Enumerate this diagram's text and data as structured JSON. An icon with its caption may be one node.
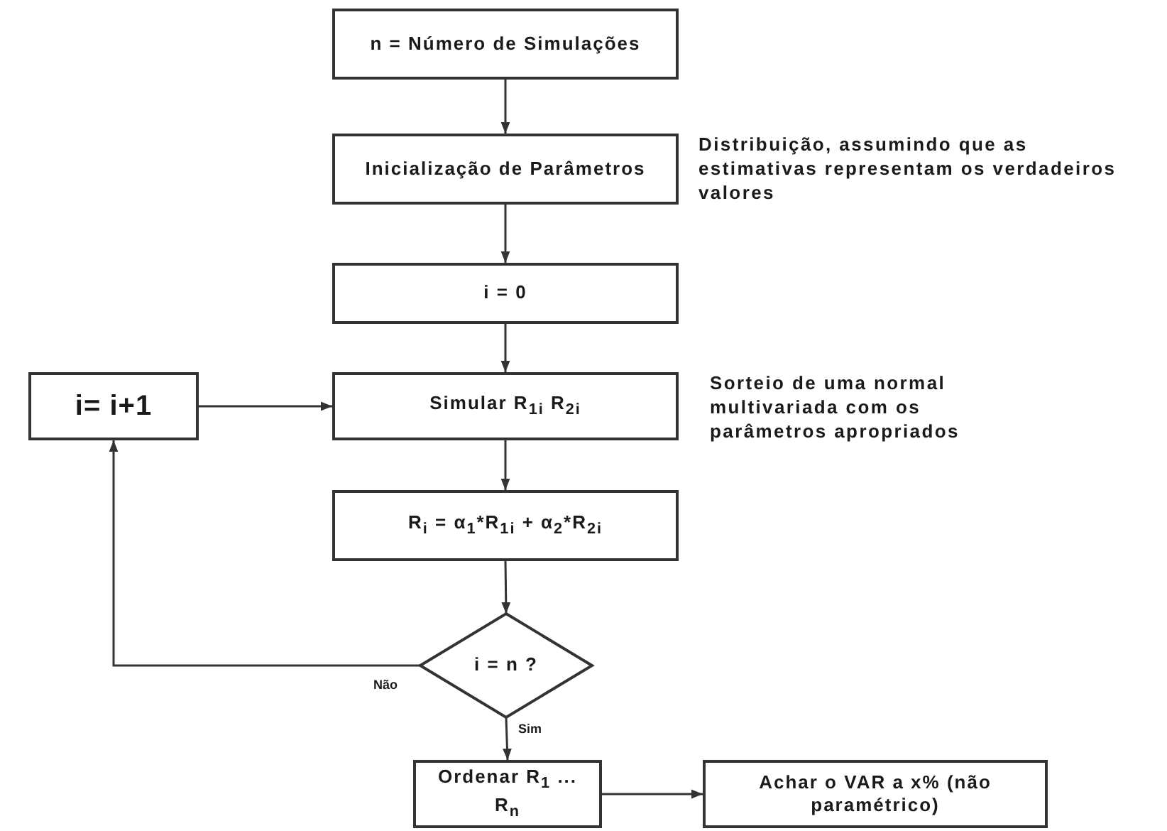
{
  "diagram": {
    "nodes": [
      {
        "text": [
          "n = Número de Simulações"
        ]
      },
      {
        "text": [
          "Inicialização de Parâmetros"
        ],
        "beside": [
          "Distribuição, assumindo que as estimativas representam os verdadeiros valores"
        ]
      },
      {
        "text": [
          "i = 0"
        ]
      },
      {
        "text": [
          "Simular R$_{1i}$ R$_{2i}$"
        ],
        "beside": [
          "Sorteio de uma normal multivariada com os parâmetros apropriados"
        ]
      },
      {
        "text": [
          "R$_{i}$ = α$_{1}$*R$_{1i}$ + α$_{2}$*R$_{2i}$"
        ]
      },
      {
        "text": [
          "i = n ?"
        ]
      },
      {
        "text": [
          "i= i+1"
        ]
      },
      {
        "text": [
          "Ordenar R$_{1}$ ... R$_{n}$"
        ]
      },
      {
        "text": [
          "Achar o VAR a x% (não paramétrico)"
        ]
      }
    ],
    "edges": [
      {
        "from": 0,
        "to": 1,
        "arrow": "to"
      },
      {
        "from": 1,
        "to": 2,
        "arrow": "to"
      },
      {
        "from": 2,
        "to": 3,
        "arrow": "to"
      },
      {
        "from": 3,
        "to": 4,
        "arrow": "to"
      },
      {
        "from": 4,
        "to": 5,
        "arrow": "to"
      },
      {
        "from": 5,
        "to": 6,
        "arrow": "to",
        "label": "Não"
      },
      {
        "from": 6,
        "to": 3,
        "arrow": "to"
      },
      {
        "from": 5,
        "to": 7,
        "arrow": "to",
        "label": "Sim"
      },
      {
        "from": 7,
        "to": 8,
        "arrow": "to"
      }
    ]
  }
}
